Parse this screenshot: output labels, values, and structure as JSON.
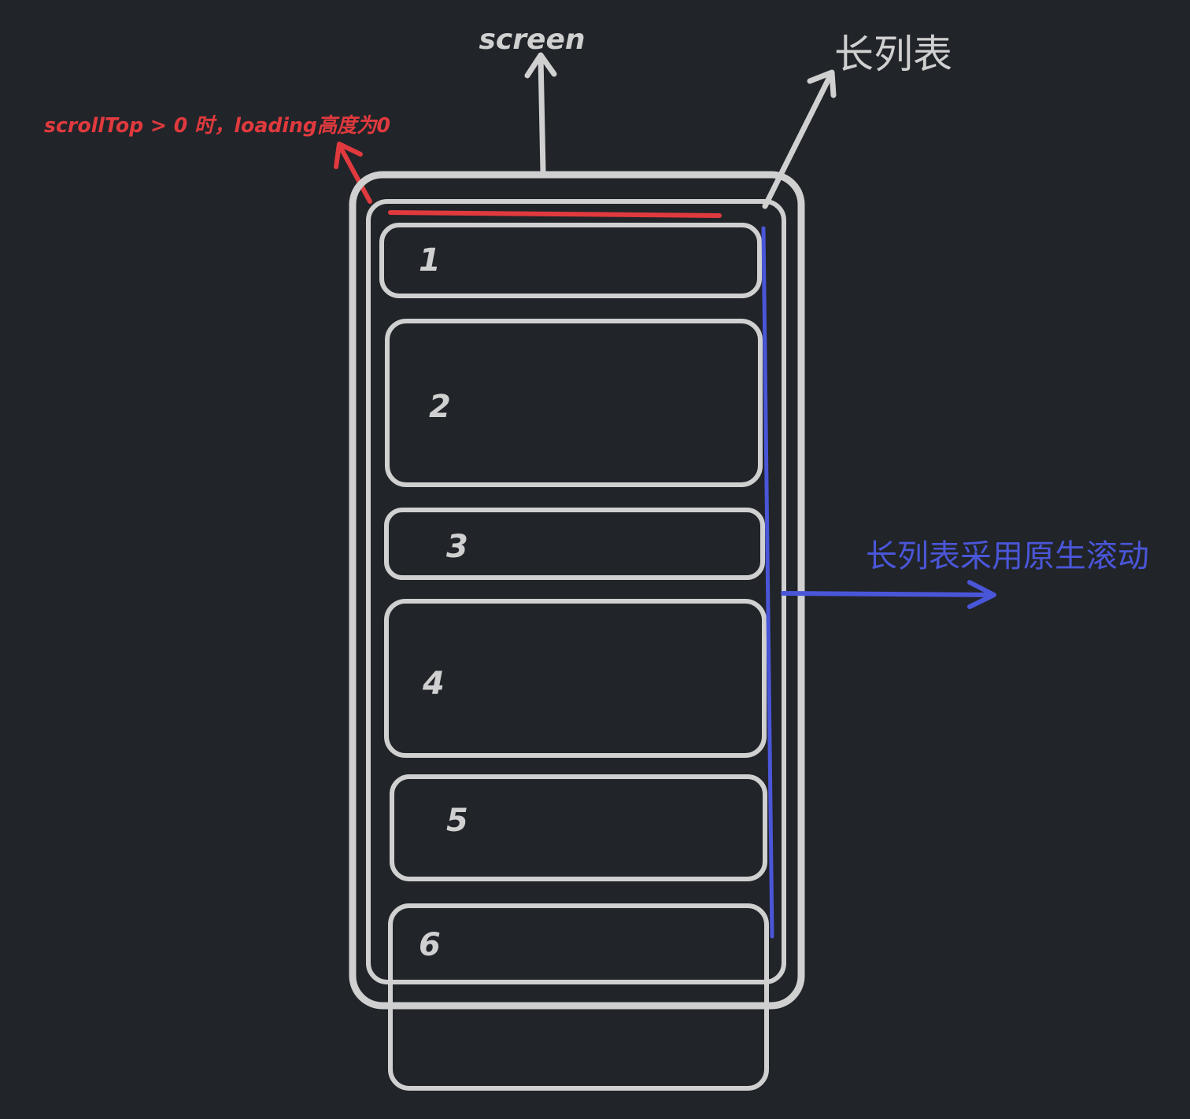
{
  "labels": {
    "screen": "screen",
    "long_list": "长列表",
    "loading_note": "scrollTop > 0 时，loading高度为0",
    "native_scroll": "长列表采用原生滚动"
  },
  "items": [
    "1",
    "2",
    "3",
    "4",
    "5",
    "6"
  ],
  "colors": {
    "background": "#212429",
    "stroke": "#d0d0d0",
    "loading": "#e03a3e",
    "scroll": "#4a56d8"
  }
}
